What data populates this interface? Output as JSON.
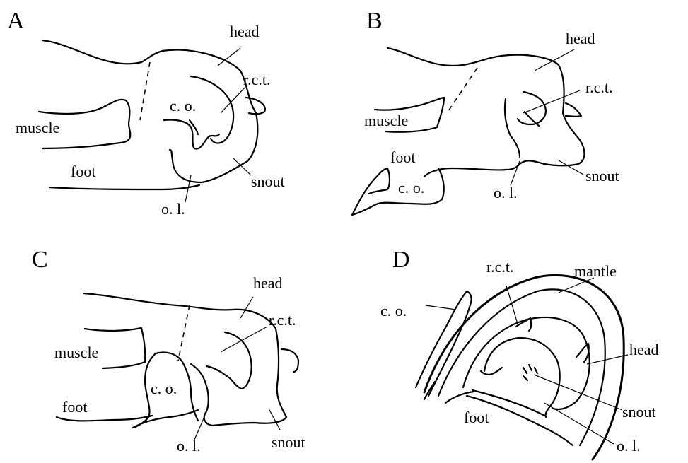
{
  "panels": [
    {
      "letter": "A",
      "labels": {
        "head": "head",
        "rct": "r.c.t.",
        "co": "c. o.",
        "muscle": "muscle",
        "foot": "foot",
        "snout": "snout",
        "ol": "o. l."
      }
    },
    {
      "letter": "B",
      "labels": {
        "head": "head",
        "rct": "r.c.t.",
        "muscle": "muscle",
        "foot": "foot",
        "co": "c. o.",
        "ol": "o. l.",
        "snout": "snout"
      }
    },
    {
      "letter": "C",
      "labels": {
        "head": "head",
        "rct": "r.c.t.",
        "muscle": "muscle",
        "co": "c. o.",
        "foot": "foot",
        "ol": "o. l.",
        "snout": "snout"
      }
    },
    {
      "letter": "D",
      "labels": {
        "rct": "r.c.t.",
        "mantle": "mantle",
        "co": "c. o.",
        "head": "head",
        "snout": "snout",
        "foot": "foot",
        "ol": "o. l."
      }
    }
  ]
}
